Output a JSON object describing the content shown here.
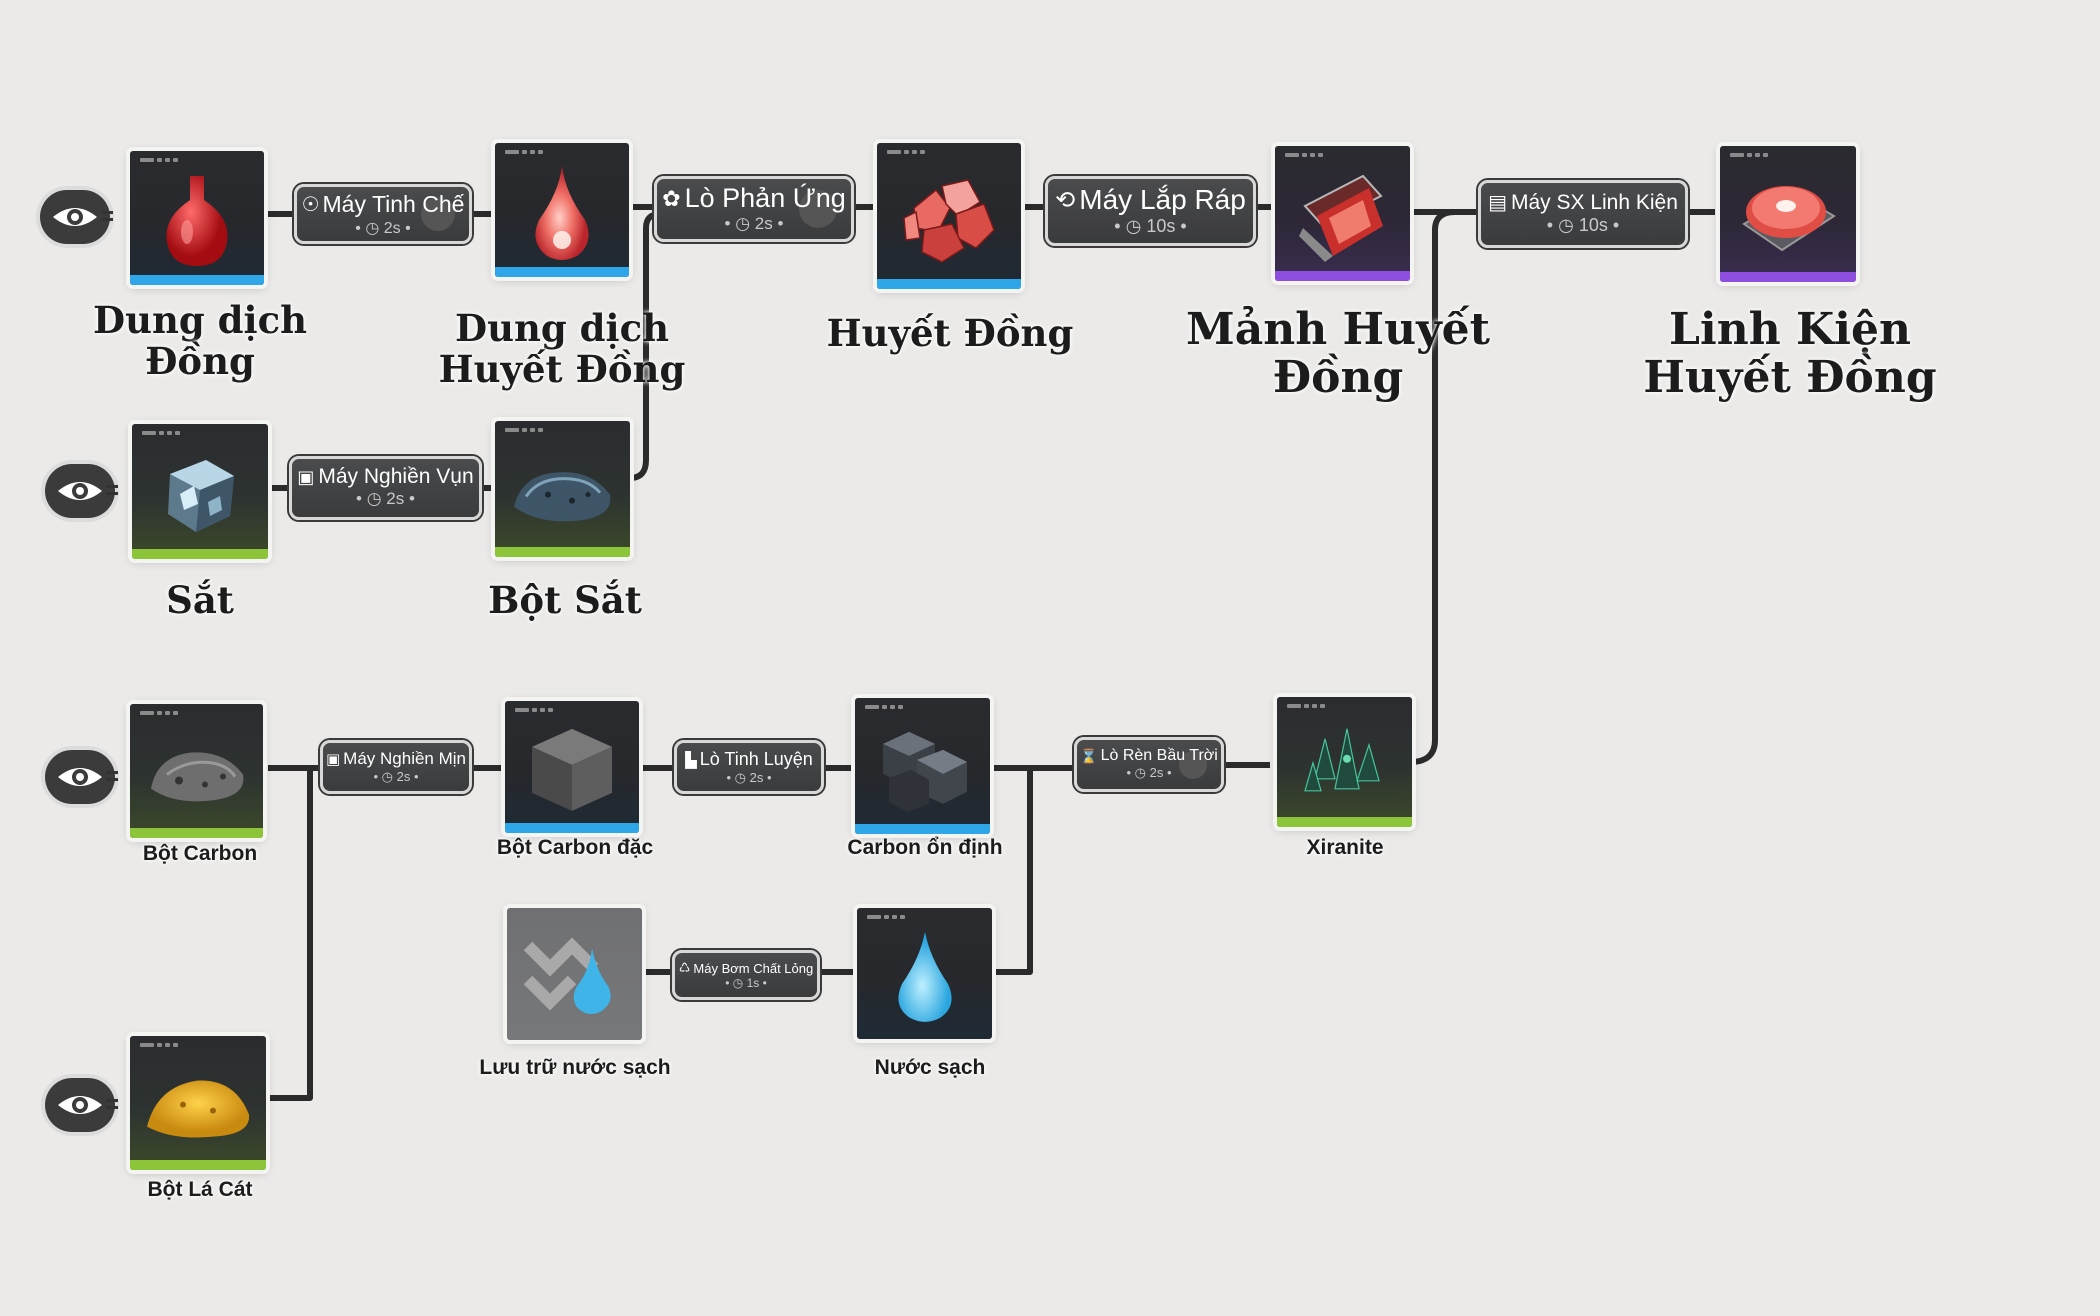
{
  "colors": {
    "background": "#ebeae8",
    "wire": "#2b2b2b",
    "bar_blue": "#2fa6e8",
    "bar_green": "#8cc43a",
    "bar_purple": "#8e4fe0",
    "tile_dark": "#2a2b2f",
    "machine_fill": "#434446"
  },
  "view_toggles": [
    {
      "icon": "eye-icon"
    },
    {
      "icon": "eye-icon"
    },
    {
      "icon": "eye-icon"
    },
    {
      "icon": "eye-icon"
    }
  ],
  "items": {
    "dung_dich_dong": {
      "label_line1": "Dung dịch",
      "label_line2": "Đồng",
      "icon": "red-flask-icon",
      "bar": "blue"
    },
    "dung_dich_huyet_dong": {
      "label_line1": "Dung dịch",
      "label_line2": "Huyết Đồng",
      "icon": "red-droplet-icon",
      "bar": "blue"
    },
    "huyet_dong": {
      "label": "Huyết Đồng",
      "icon": "red-crystal-cluster-icon",
      "bar": "blue"
    },
    "manh_huyet_dong": {
      "label_line1": "Mảnh Huyết",
      "label_line2": "Đồng",
      "icon": "red-shard-component-icon",
      "bar": "purple"
    },
    "linh_kien_huyet_dong": {
      "label_line1": "Linh Kiện",
      "label_line2": "Huyết Đồng",
      "icon": "red-disc-component-icon",
      "bar": "purple"
    },
    "sat": {
      "label": "Sắt",
      "icon": "iron-ore-icon",
      "bar": "green"
    },
    "bot_sat": {
      "label": "Bột Sắt",
      "icon": "iron-powder-icon",
      "bar": "green"
    },
    "bot_carbon": {
      "label": "Bột Carbon",
      "icon": "carbon-powder-icon",
      "bar": "green"
    },
    "bot_carbon_dac": {
      "label": "Bột Carbon đặc",
      "icon": "carbon-cube-icon",
      "bar": "blue"
    },
    "carbon_on_dinh": {
      "label": "Carbon ổn định",
      "icon": "carbon-blocks-icon",
      "bar": "blue"
    },
    "xiranite": {
      "label": "Xiranite",
      "icon": "xiranite-crystal-icon",
      "bar": "green"
    },
    "luu_tru_nuoc_sach": {
      "label": "Lưu trữ nước sạch",
      "icon": "water-storage-icon",
      "bar": "none"
    },
    "nuoc_sach": {
      "label": "Nước sạch",
      "icon": "water-drop-icon",
      "bar": "none"
    },
    "bot_la_cat": {
      "label": "Bột Lá Cát",
      "icon": "sand-leaf-powder-icon",
      "bar": "green"
    }
  },
  "machines": {
    "may_tinh_che": {
      "name": "Máy Tinh Chế",
      "time": "2s",
      "icon": "refinery-icon"
    },
    "lo_phan_ung": {
      "name": "Lò Phản Ứng",
      "time": "2s",
      "icon": "reactor-icon"
    },
    "may_lap_rap": {
      "name": "Máy Lắp Ráp",
      "time": "10s",
      "icon": "assembler-icon"
    },
    "may_sx_linh_kien": {
      "name": "Máy SX Linh Kiện",
      "time": "10s",
      "icon": "component-maker-icon"
    },
    "may_nghien_vun": {
      "name": "Máy Nghiền Vụn",
      "time": "2s",
      "icon": "crusher-icon"
    },
    "may_nghien_min": {
      "name": "Máy Nghiền Mịn",
      "time": "2s",
      "icon": "grinder-icon"
    },
    "lo_tinh_luyen": {
      "name": "Lò Tinh Luyện",
      "time": "2s",
      "icon": "smelter-icon"
    },
    "lo_ren_bau_troi": {
      "name": "Lò Rèn Bầu Trời",
      "time": "2s",
      "icon": "sky-forge-icon"
    },
    "may_bom_chat_long": {
      "name": "Máy Bơm Chất Lỏng",
      "time": "1s",
      "icon": "liquid-pump-icon"
    }
  }
}
